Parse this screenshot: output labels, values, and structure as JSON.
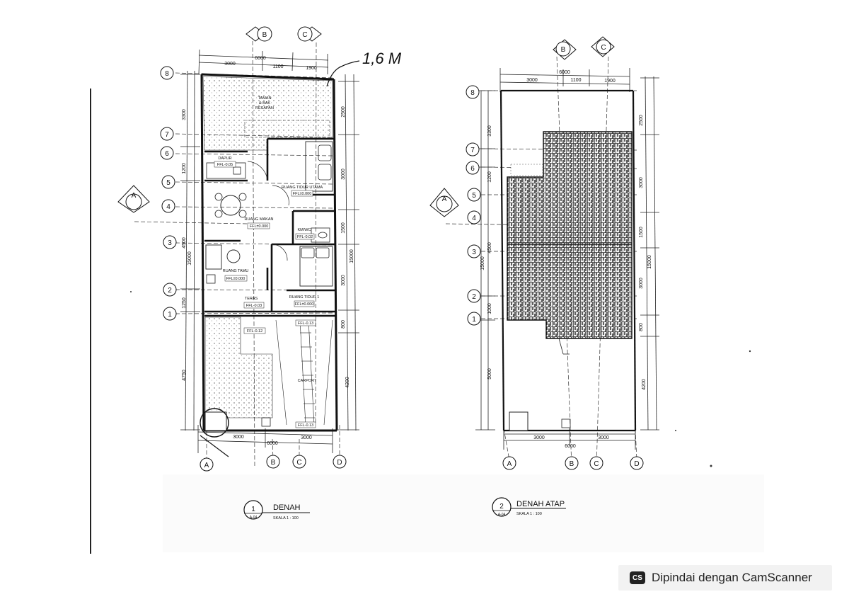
{
  "handwritten_note": "1,6 M",
  "plan1": {
    "title": "DENAH",
    "scale": "SKALA 1 : 100",
    "num": "1",
    "ref": "A-04",
    "top_dims": {
      "total": "6000",
      "d1": "3000",
      "d2": "1100",
      "d3": "1900"
    },
    "bottom_dims": {
      "total": "6000",
      "d1": "3000",
      "d2": "3000"
    },
    "left_dims": {
      "a": "3300",
      "b": "1200",
      "c": "4500",
      "d": "1250",
      "e": "4750",
      "total": "15000"
    },
    "right_dims": {
      "a": "2500",
      "b": "3000",
      "c": "1500",
      "d": "3000",
      "e": "800",
      "f": "4200",
      "total": "15000"
    },
    "grid_rows": [
      "8",
      "7",
      "6",
      "5",
      "4",
      "3",
      "2",
      "1"
    ],
    "grid_cols": [
      "A",
      "B",
      "C",
      "D"
    ],
    "section_marker": "A",
    "rooms": {
      "taman": "TAMAN",
      "taman2": "& BAK",
      "taman3": "RESAPAN",
      "dapur": "DAPUR",
      "dapur_fl": "FFL-0.05",
      "r_tidur_utama": "RUANG TIDUR UTAMA",
      "r_tidur_utama_fl": "FFL±0.000",
      "r_makan": "RUANG MAKAN",
      "r_makan_fl": "FFL±0.000",
      "km": "KM/WC",
      "km_fl": "FFL-0.02",
      "r_tamu": "RUANG TAMU",
      "r_tamu_fl": "FFL±0.000",
      "teras": "TERAS",
      "teras_fl": "FFL-0.03",
      "r_tidur1": "RUANG TIDUR 1",
      "r_tidur1_fl": "FFL±0.000",
      "carport_fl": "FFL-0.12",
      "carport_fl2": "FFL-0.13",
      "carport_lbl": "CARPORT",
      "carport_fl3": "FFL-0.13"
    }
  },
  "plan2": {
    "title": "DENAH ATAP",
    "scale": "SKALA 1 : 100",
    "num": "2",
    "ref": "A-04",
    "top_dims": {
      "total": "6000",
      "d1": "3000",
      "d2": "1100",
      "d3": "1900"
    },
    "bottom_dims": {
      "total": "6000",
      "d1": "3000",
      "d2": "3000"
    },
    "left_dims": {
      "a": "3300",
      "b": "1200",
      "c": "4500",
      "d": "1000",
      "e": "5000",
      "total": "15000"
    },
    "right_dims": {
      "a": "2500",
      "b": "3000",
      "c": "1500",
      "d": "3000",
      "e": "800",
      "f": "4200",
      "total": "15000"
    },
    "grid_rows": [
      "8",
      "7",
      "6",
      "5",
      "4",
      "3",
      "2",
      "1"
    ],
    "grid_cols": [
      "A",
      "B",
      "C",
      "D"
    ],
    "section_marker": "A"
  },
  "watermark": {
    "icon": "CS",
    "text": "Dipindai dengan CamScanner"
  }
}
